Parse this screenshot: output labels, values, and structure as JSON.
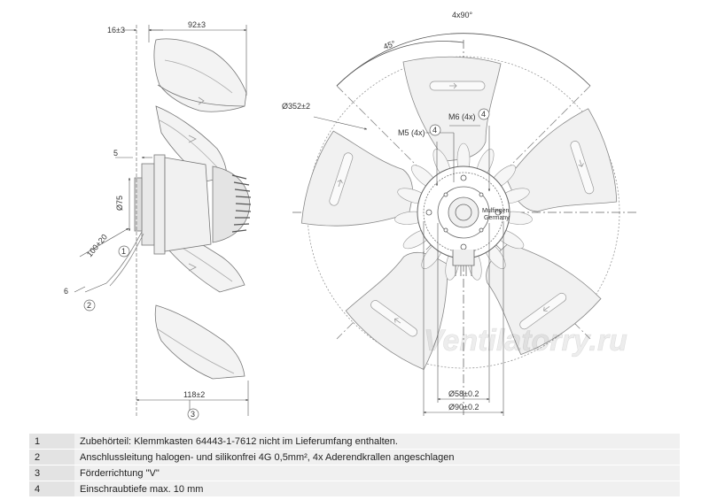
{
  "dimensions": {
    "d16": "16±3",
    "d92": "92±3",
    "d5": "5",
    "d75": "Ø75",
    "d100": "100+20",
    "d6": "6",
    "d118": "118±2",
    "d352": "Ø352±2",
    "d4x90": "4x90°",
    "d45": "45°",
    "m5": "M5 (4x)",
    "m6": "M6 (4x)",
    "d58": "Ø58±0.2",
    "d90": "Ø90±0.2"
  },
  "callouts": {
    "c1": "1",
    "c2": "2",
    "c3": "3",
    "c4a": "4",
    "c4b": "4"
  },
  "hub_text": {
    "brand": "Mulfingen",
    "country": "Germany"
  },
  "watermark": "Ventilatorry.ru",
  "notes": [
    {
      "num": "1",
      "text": "Zubehörteil: Klemmkasten 64443-1-7612 nicht im Lieferumfang enthalten."
    },
    {
      "num": "2",
      "text": "Anschlussleitung halogen- und silikonfrei 4G 0,5mm², 4x Aderendkrallen angeschlagen"
    },
    {
      "num": "3",
      "text": "Förderrichtung \"V\""
    },
    {
      "num": "4",
      "text": "Einschraubtiefe max. 10 mm"
    }
  ]
}
